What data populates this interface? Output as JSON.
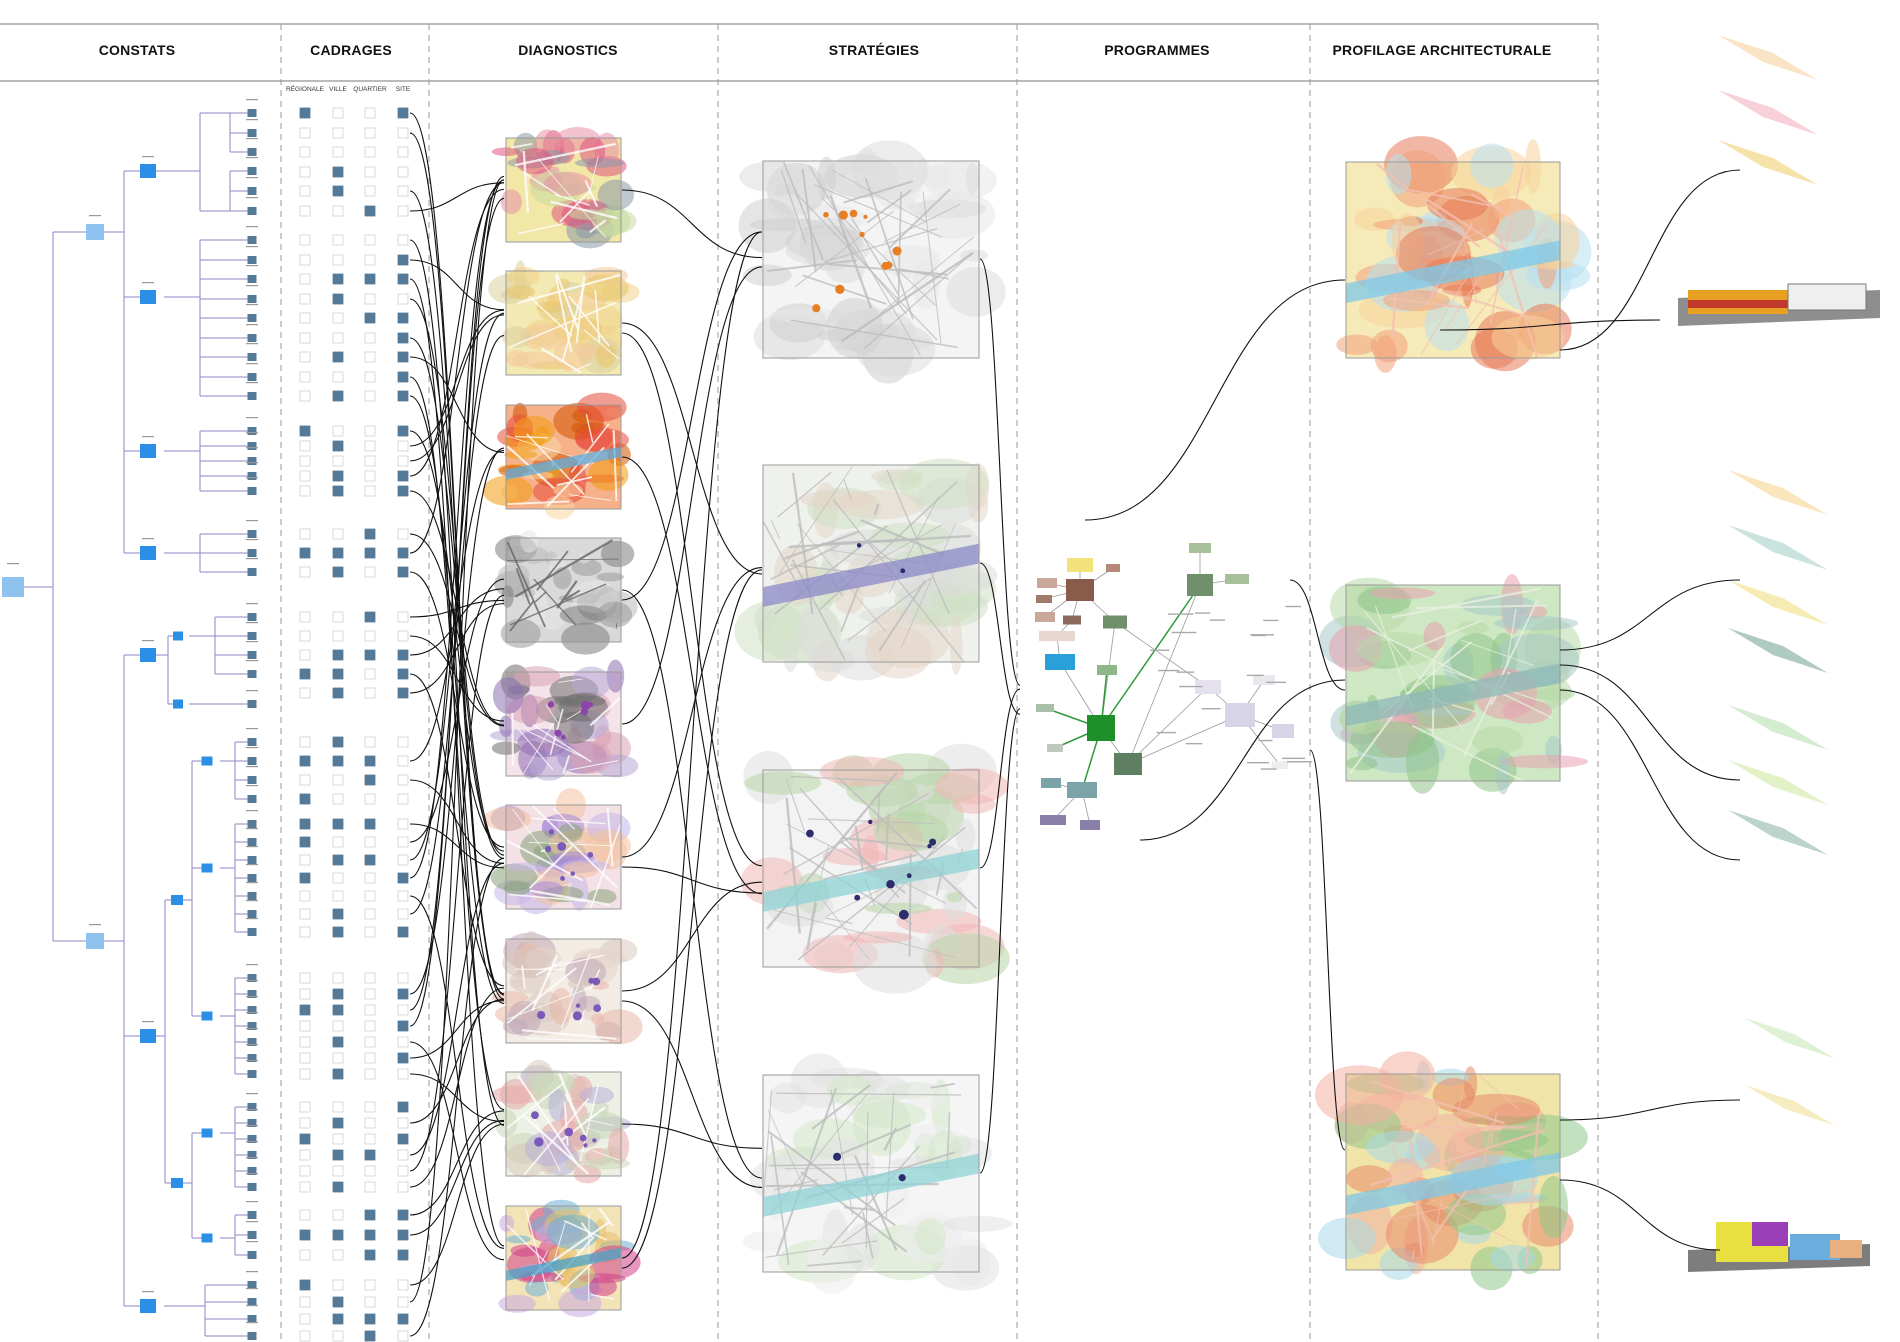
{
  "columns": [
    {
      "key": "constats",
      "label": "CONSTATS"
    },
    {
      "key": "cadrages",
      "label": "CADRAGES"
    },
    {
      "key": "diagnostics",
      "label": "DIAGNOSTICS"
    },
    {
      "key": "strategies",
      "label": "STRATÉGIES"
    },
    {
      "key": "programmes",
      "label": "PROGRAMMES"
    },
    {
      "key": "profilage",
      "label": "PROFILAGE ARCHITECTURALE"
    }
  ],
  "cadrages_scales": [
    "RÉGIONALE",
    "VILLE",
    "QUARTIER",
    "SITE"
  ],
  "colors": {
    "tree_line": "#8f86c9",
    "node_blue": "#2b8fe6",
    "node_light": "#8fc2ee",
    "check_filled": "#557a98",
    "check_empty": "#e6e6e6",
    "connector": "#111111",
    "dash": "#999999"
  },
  "diagnostic_map_count": 9,
  "strategy_map_count": 4,
  "profilage_map_count": 3,
  "layer_stack_count": 4,
  "building_model_count": 2
}
